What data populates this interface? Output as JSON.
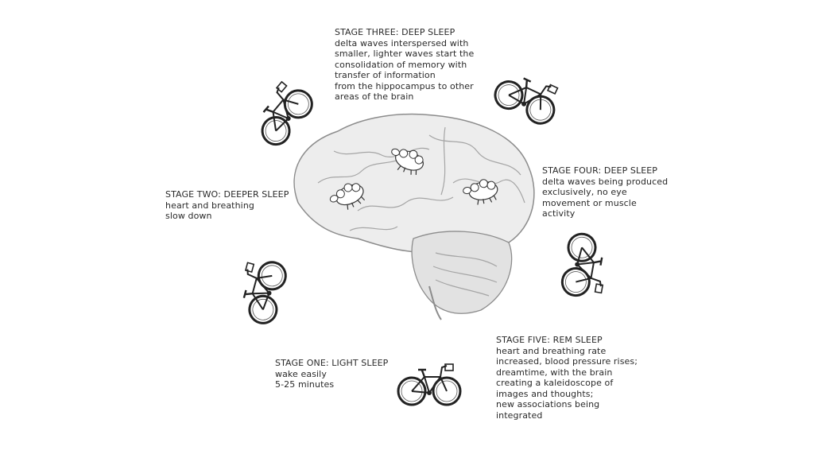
{
  "stages": [
    {
      "id": "stage-three",
      "title": "STAGE THREE: DEEP SLEEP",
      "lines": [
        "delta waves interspersed with",
        "smaller, lighter waves start the",
        "consolidation of memory with",
        "transfer of information",
        "from the hippocampus to other",
        "areas of the brain"
      ]
    },
    {
      "id": "stage-four",
      "title": "STAGE FOUR: DEEP SLEEP",
      "lines": [
        "delta waves being produced",
        "exclusively, no eye",
        "movement or muscle",
        "activity"
      ]
    },
    {
      "id": "stage-two",
      "title": "STAGE TWO: DEEPER SLEEP",
      "lines": [
        "heart and breathing",
        "slow down"
      ]
    },
    {
      "id": "stage-one",
      "title": "STAGE ONE: LIGHT SLEEP",
      "lines": [
        "wake easily",
        "5-25 minutes"
      ]
    },
    {
      "id": "stage-five",
      "title": "STAGE FIVE: REM SLEEP",
      "lines": [
        "heart and breathing rate",
        "increased, blood pressure rises;",
        "dreamtime, with the brain",
        "creating a kaleidoscope of",
        "images and thoughts;",
        "new associations being",
        "integrated"
      ]
    }
  ],
  "illustration": {
    "center_icon": "brain-illustration",
    "cycle_icon": "bicycle-icon",
    "sheep_icon": "sheep-icon",
    "ink_color": "#222222",
    "brain_fill": "#ededed",
    "brain_stroke": "#8c8c8c"
  }
}
